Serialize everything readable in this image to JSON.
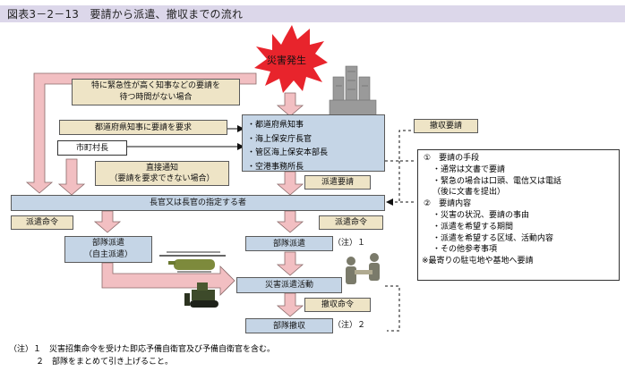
{
  "title": "図表3－2－13　要請から派遣、撤収までの流れ",
  "disaster": "災害発生",
  "urgent": "特に緊急性が高く知事などの要請を\n待つ時間がない場合",
  "governor_request": "都道府県知事に要請を要求",
  "mayor": "市町村長",
  "direct_notice": "直接通知\n（要請を要求できない場合）",
  "requesters": [
    "・都道府県知事",
    "・海上保安庁長官",
    "・管区海上保安本部長",
    "・空港事務所長"
  ],
  "dispatch_request": "派遣要請",
  "withdraw_request": "撤収要請",
  "minister": "長官又は長官の指定する者",
  "dispatch_order_left": "派遣命令",
  "dispatch_order_right": "派遣命令",
  "unit_self": "部隊派遣\n（自主派遣）",
  "unit_dispatch": "部隊派遣",
  "note1_tag": "（注）１",
  "activity": "災害派遣活動",
  "withdraw_order": "撤収命令",
  "unit_withdraw": "部隊撤収",
  "note2_tag": "（注）２",
  "request_info": [
    "①　要請の手段",
    "・通常は文書で要請",
    "・緊急の場合は口頭、電信又は電話",
    "（後に文書を提出）",
    "②　要請内容",
    "・災害の状況、要請の事由",
    "・派遣を希望する期間",
    "・派遣を希望する区域、活動内容",
    "・その他参考事項",
    "※最寄りの駐屯地や基地へ要請"
  ],
  "notes": [
    "（注）１　災害招集命令を受けた即応予備自衛官及び予備自衛官を含む。",
    "２　部隊をまとめて引き上げること。"
  ],
  "colors": {
    "title_bg": "#dcd7ea",
    "tan": "#eee4c6",
    "blue": "#c5d5e6",
    "arrow": "#f2bfc2",
    "burst": "#e8242c"
  }
}
